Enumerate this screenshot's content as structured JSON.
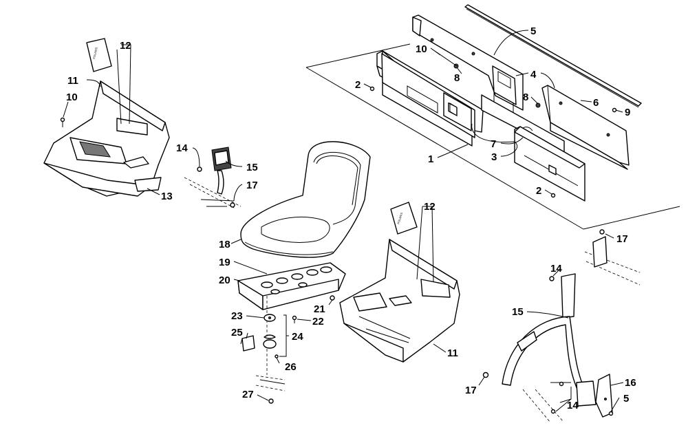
{
  "diagram": {
    "type": "exploded-parts-diagram",
    "callouts": [
      {
        "id": "c1",
        "label": "1"
      },
      {
        "id": "c2a",
        "label": "2"
      },
      {
        "id": "c2b",
        "label": "2"
      },
      {
        "id": "c3",
        "label": "3"
      },
      {
        "id": "c4",
        "label": "4"
      },
      {
        "id": "c5a",
        "label": "5"
      },
      {
        "id": "c5b",
        "label": "5"
      },
      {
        "id": "c6",
        "label": "6"
      },
      {
        "id": "c7",
        "label": "7"
      },
      {
        "id": "c8a",
        "label": "8"
      },
      {
        "id": "c8b",
        "label": "8"
      },
      {
        "id": "c9",
        "label": "9"
      },
      {
        "id": "c10a",
        "label": "10"
      },
      {
        "id": "c10b",
        "label": "10"
      },
      {
        "id": "c11a",
        "label": "11"
      },
      {
        "id": "c11b",
        "label": "11"
      },
      {
        "id": "c12a",
        "label": "12"
      },
      {
        "id": "c12b",
        "label": "12"
      },
      {
        "id": "c13",
        "label": "13"
      },
      {
        "id": "c14a",
        "label": "14"
      },
      {
        "id": "c14b",
        "label": "14"
      },
      {
        "id": "c14c",
        "label": "14"
      },
      {
        "id": "c15a",
        "label": "15"
      },
      {
        "id": "c15b",
        "label": "15"
      },
      {
        "id": "c16",
        "label": "16"
      },
      {
        "id": "c17a",
        "label": "17"
      },
      {
        "id": "c17b",
        "label": "17"
      },
      {
        "id": "c17c",
        "label": "17"
      },
      {
        "id": "c18",
        "label": "18"
      },
      {
        "id": "c19",
        "label": "19"
      },
      {
        "id": "c20",
        "label": "20"
      },
      {
        "id": "c21",
        "label": "21"
      },
      {
        "id": "c22",
        "label": "22"
      },
      {
        "id": "c23",
        "label": "23"
      },
      {
        "id": "c24",
        "label": "24"
      },
      {
        "id": "c25",
        "label": "25"
      },
      {
        "id": "c26",
        "label": "26"
      },
      {
        "id": "c27",
        "label": "27"
      }
    ]
  }
}
